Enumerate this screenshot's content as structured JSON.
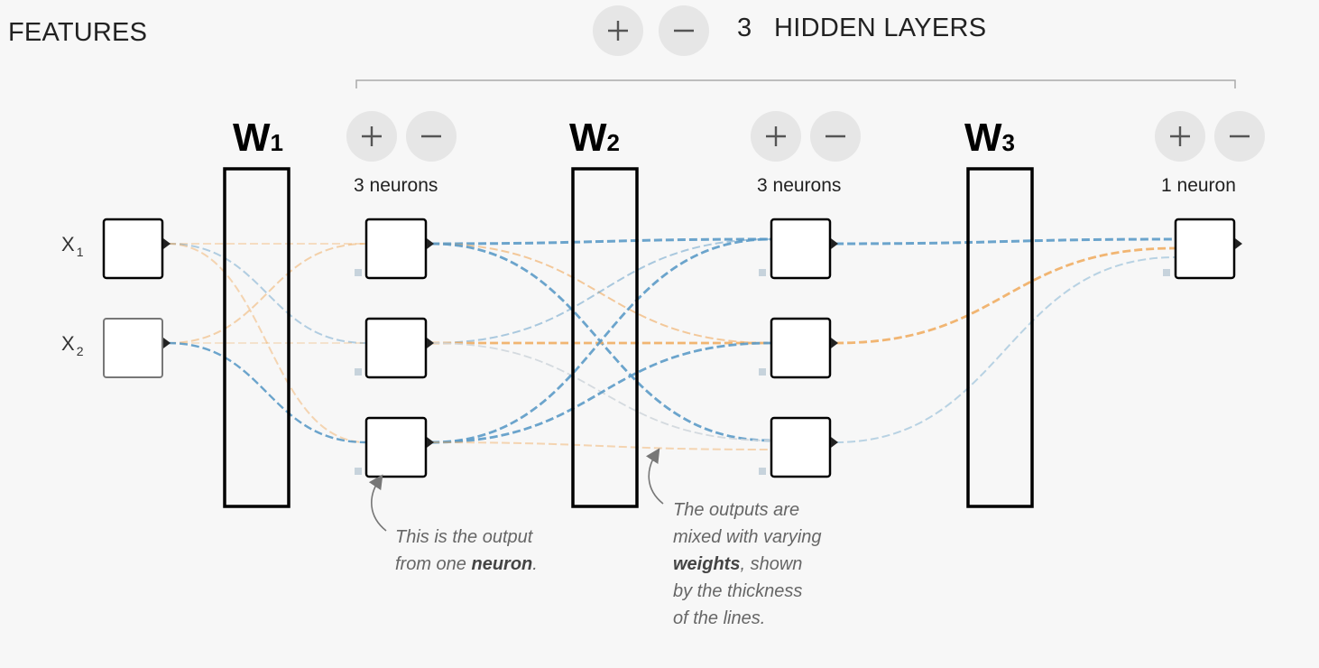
{
  "header": {
    "features_title": "FEATURES",
    "hidden_layers_count": "3",
    "hidden_layers_label": "HIDDEN LAYERS"
  },
  "features": [
    {
      "name": "X",
      "subscript": "1"
    },
    {
      "name": "X",
      "subscript": "2"
    }
  ],
  "layers": [
    {
      "neuron_count_label": "3 neurons"
    },
    {
      "neuron_count_label": "3 neurons"
    },
    {
      "neuron_count_label": "1 neuron"
    }
  ],
  "weights": [
    {
      "letter": "W",
      "index": "1"
    },
    {
      "letter": "W",
      "index": "2"
    },
    {
      "letter": "W",
      "index": "3"
    }
  ],
  "annotations": {
    "neuron_note_line1": "This is the output",
    "neuron_note_line2_prefix": "from one ",
    "neuron_note_bold": "neuron",
    "neuron_note_suffix": ".",
    "weights_note_line1": "The outputs are",
    "weights_note_line2": "mixed with varying",
    "weights_note_bold": "weights",
    "weights_note_line3_suffix": ", shown",
    "weights_note_line4": "by the thickness",
    "weights_note_line5": "of the lines."
  },
  "colors": {
    "positive_weight": "#5b9ac6",
    "negative_weight": "#f0a95b",
    "button_bg": "#e6e6e6",
    "background": "#f7f7f7"
  },
  "icons": {
    "add": "plus-icon",
    "remove": "minus-icon"
  }
}
